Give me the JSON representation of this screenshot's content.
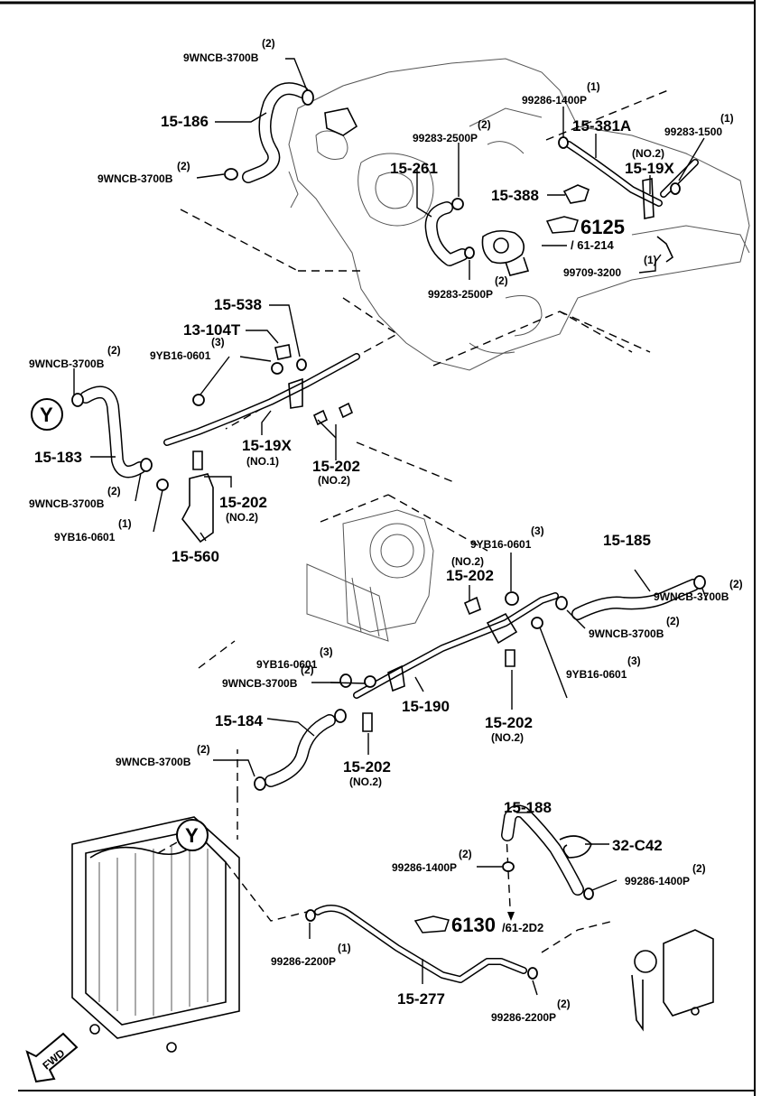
{
  "labels": {
    "p15_186": "15-186",
    "p9wncb_top_qty": "(2)",
    "p9wncb_top": "9WNCB-3700B",
    "p9wncb_top2_qty": "(2)",
    "p9wncb_top2": "9WNCB-3700B",
    "p99286_1400_top_qty": "(1)",
    "p99286_1400_top": "99286-1400P",
    "p15_381a": "15-381A",
    "p99283_1500_qty": "(1)",
    "p99283_1500": "99283-1500",
    "p99283_2500_a_qty": "(2)",
    "p99283_2500_a": "99283-2500P",
    "p15_261": "15-261",
    "p15_19x_top_no": "(NO.2)",
    "p15_19x_top": "15-19X",
    "p15_388": "15-388",
    "ref_6125": "6125",
    "ref_61_214": "/ 61-214",
    "p99709_3200_qty": "(1)",
    "p99709_3200": "99709-3200",
    "p99283_2500_b_qty": "(2)",
    "p99283_2500_b": "99283-2500P",
    "p15_538": "15-538",
    "p13_104t": "13-104T",
    "p9yb16_a_qty": "(3)",
    "p9yb16_a": "9YB16-0601",
    "p9wncb_y_qty": "(2)",
    "p9wncb_y": "9WNCB-3700B",
    "y_marker": "Y",
    "p15_183": "15-183",
    "p15_19x_mid": "15-19X",
    "p15_19x_mid_no": "(NO.1)",
    "p15_202_a": "15-202",
    "p15_202_a_no": "(NO.2)",
    "p9wncb_183_qty": "(2)",
    "p9wncb_183": "9WNCB-3700B",
    "p15_202_b": "15-202",
    "p15_202_b_no": "(NO.2)",
    "p9yb16_b_qty": "(1)",
    "p9yb16_b": "9YB16-0601",
    "p15_560": "15-560",
    "p9yb16_c_qty": "(3)",
    "p9yb16_c": "9YB16-0601",
    "p15_185": "15-185",
    "p15_202_c_no": "(NO.2)",
    "p15_202_c": "15-202",
    "p9wncb_185_qty": "(2)",
    "p9wncb_185": "9WNCB-3700B",
    "p9wncb_190_qty": "(2)",
    "p9wncb_190": "9WNCB-3700B",
    "p9yb16_d_qty": "(3)",
    "p9yb16_d": "9YB16-0601",
    "p9yb16_e_qty": "(3)",
    "p9yb16_e": "9YB16-0601",
    "p9wncb_184a_qty": "(2)",
    "p9wncb_184a": "9WNCB-3700B",
    "p15_190": "15-190",
    "p15_184": "15-184",
    "p15_202_d": "15-202",
    "p15_202_d_no": "(NO.2)",
    "p15_202_e": "15-202",
    "p15_202_e_no": "(NO.2)",
    "p9wncb_184b_qty": "(2)",
    "p9wncb_184b": "9WNCB-3700B",
    "p15_188": "15-188",
    "p32_c42": "32-C42",
    "p99286_1400_b_qty": "(2)",
    "p99286_1400_b": "99286-1400P",
    "p99286_1400_c_qty": "(2)",
    "p99286_1400_c": "99286-1400P",
    "y_marker2": "Y",
    "ref_6130": "6130",
    "ref_61_2d2": "/61-2D2",
    "p99286_2200_a_qty": "(1)",
    "p99286_2200_a": "99286-2200P",
    "p15_277": "15-277",
    "p99286_2200_b_qty": "(2)",
    "p99286_2200_b": "99286-2200P",
    "fwd": "FWD"
  }
}
